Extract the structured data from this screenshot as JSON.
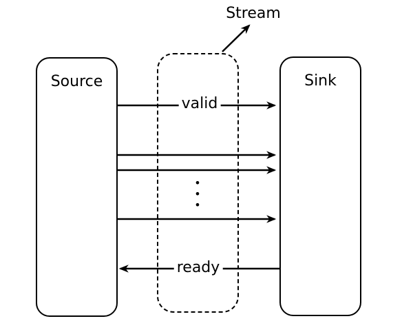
{
  "diagram": {
    "stream_label": "Stream",
    "source": {
      "label": "Source"
    },
    "sink": {
      "label": "Sink"
    },
    "channel": {
      "valid_label": "valid",
      "ready_label": "ready",
      "ellipsis": "•\n•\n•"
    },
    "colors": {
      "line": "#000000",
      "background": "#ffffff"
    }
  }
}
